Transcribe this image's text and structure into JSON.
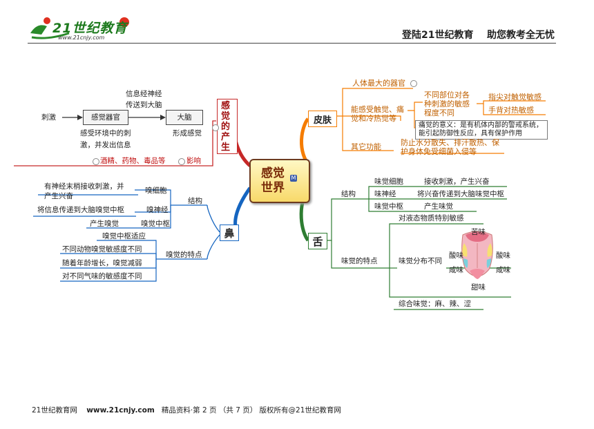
{
  "header": {
    "logo_main": "21世纪教育",
    "logo_url": "www.21cnjy.com",
    "slogan": "登陆21世纪教育    助您教考全无忧"
  },
  "center": {
    "line1": "感觉",
    "line2": "世界",
    "badge": "M"
  },
  "perception": {
    "title": [
      "感",
      "觉",
      "的",
      "产",
      "生"
    ],
    "stimulus": "刺激",
    "receptor": "感觉器官",
    "transmit_1": "信息经神经",
    "transmit_2": "传送到大脑",
    "brain": "大脑",
    "receptor_note_1": "感受环境中的刺",
    "receptor_note_2": "激，并发出信息",
    "brain_note": "形成感觉",
    "influence": "影响",
    "factors": "酒精、药物、毒品等"
  },
  "nose": {
    "title": "鼻",
    "structure": "结构",
    "cells": "嗅细胞",
    "cells_desc_1": "有神经末梢接收刺激，并",
    "cells_desc_2": "产生兴奋",
    "nerve": "嗅神经",
    "nerve_desc": "将信息传递到大脑嗅觉中枢",
    "center": "嗅觉中枢",
    "center_desc": "产生嗅觉",
    "features": "嗅觉的特点",
    "feature_items": [
      "嗅觉中枢适应",
      "不同动物嗅觉敏感度不同",
      "随着年龄增长，嗅觉减弱",
      "对不同气味的敏感度不同"
    ]
  },
  "skin": {
    "title": "皮肤",
    "largest": "人体最大的器官",
    "sense_1": "能感受触觉、痛",
    "sense_2": "觉和冷热觉等",
    "diff_1": "不同部位对各",
    "diff_2": "种刺激的敏感",
    "diff_3": "程度不同",
    "finger": "指尖对触觉敏感",
    "back": "手背对热敏感",
    "pain_1": "痛觉的意义：是有机体内部的警戒系统，",
    "pain_2": "能引起防御性反应，具有保护作用",
    "other": "其它功能",
    "other_desc_1": "防止水分散失、排汗散热、保",
    "other_desc_2": "护身体免受细菌入侵等"
  },
  "tongue": {
    "title": "舌",
    "structure": "结构",
    "cells": "味觉细胞",
    "cells_desc": "接收刺激，产生兴奋",
    "nerve": "味神经",
    "nerve_desc": "将兴奋传递到大脑味觉中枢",
    "center": "味觉中枢",
    "center_desc": "产生味觉",
    "features": "味觉的特点",
    "liquid": "对液态物质特别敏感",
    "distribution": "味觉分布不同",
    "bitter": "苦味",
    "sour_left": "酸味",
    "sour_right": "酸味",
    "salty_left": "咸味",
    "salty_right": "咸味",
    "sweet": "甜味",
    "combined": "综合味觉：麻、辣、涩"
  },
  "footer": {
    "site": "21世纪教育网",
    "url": "www.21cnjy.com",
    "text": "精品资料·第 2 页 （共 7 页） 版权所有@21世纪教育网"
  }
}
